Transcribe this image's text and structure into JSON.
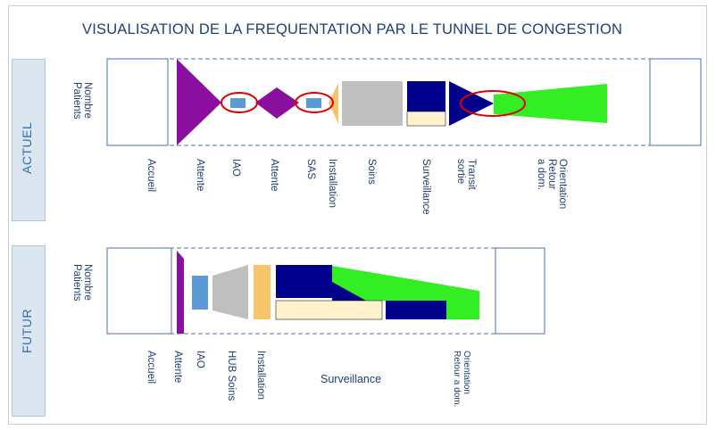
{
  "title": "VISUALISATION DE LA FREQUENTATION PAR LE TUNNEL DE CONGESTION",
  "sections": {
    "actuel": {
      "label": "ACTUEL",
      "y_axis_label": "Nombre\nPatients",
      "stages": {
        "accueil": "Accueil",
        "attente1": "Attente",
        "iao": "IAO",
        "attente2": "Attente",
        "sas": "SAS",
        "installation": "Installation",
        "soins": "Soins",
        "surveillance": "Surveillance",
        "transit": "Transit\nsortie",
        "orientation": "Orientation\nRetour\na dom."
      }
    },
    "futur": {
      "label": "FUTUR",
      "y_axis_label": "Nombre\nPatients",
      "stages": {
        "accueil": "Accueil",
        "attente": "Attente",
        "iao": "IAO",
        "hub": "HUB Soins",
        "installation": "Installation",
        "surveillance": "Surveillance",
        "orientation": "Orientation\nRetour a dom."
      }
    }
  },
  "colors": {
    "title_text": "#1f3f73",
    "side_panel": "#dce6f1",
    "side_text": "#2e6db4",
    "attente": "#8b0f9e",
    "iao": "#5b9bd5",
    "sas_installation": "#f7c56b",
    "soins": "#bfbfbf",
    "surveillance": "#00008b",
    "surveillance_light": "#fff2cc",
    "orientation": "#33ee22",
    "congestion_ring": "#e00000",
    "tunnel_line": "#4a6fb0"
  }
}
